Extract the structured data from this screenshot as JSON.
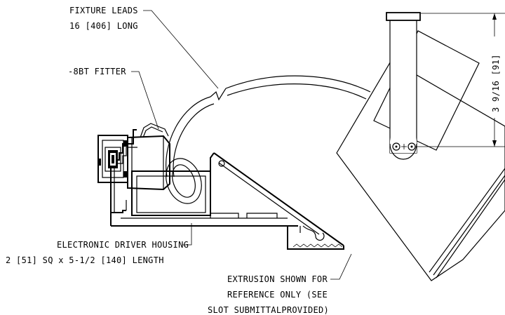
{
  "callouts": {
    "fixture_leads": {
      "line1": "FIXTURE LEADS",
      "line2": "16 [406] LONG"
    },
    "fitter": {
      "line1": "-8BT FITTER"
    },
    "driver_housing": {
      "line1": "ELECTRONIC DRIVER HOUSING",
      "line2": "2 [51] SQ x 5-1/2 [140] LENGTH"
    },
    "extrusion": {
      "line1": "EXTRUSION SHOWN FOR",
      "line2": "REFERENCE ONLY (SEE",
      "line3": "SLOT SUBMITTALPROVIDED)"
    }
  },
  "dimension": {
    "label": "3 9/16 [91]"
  }
}
